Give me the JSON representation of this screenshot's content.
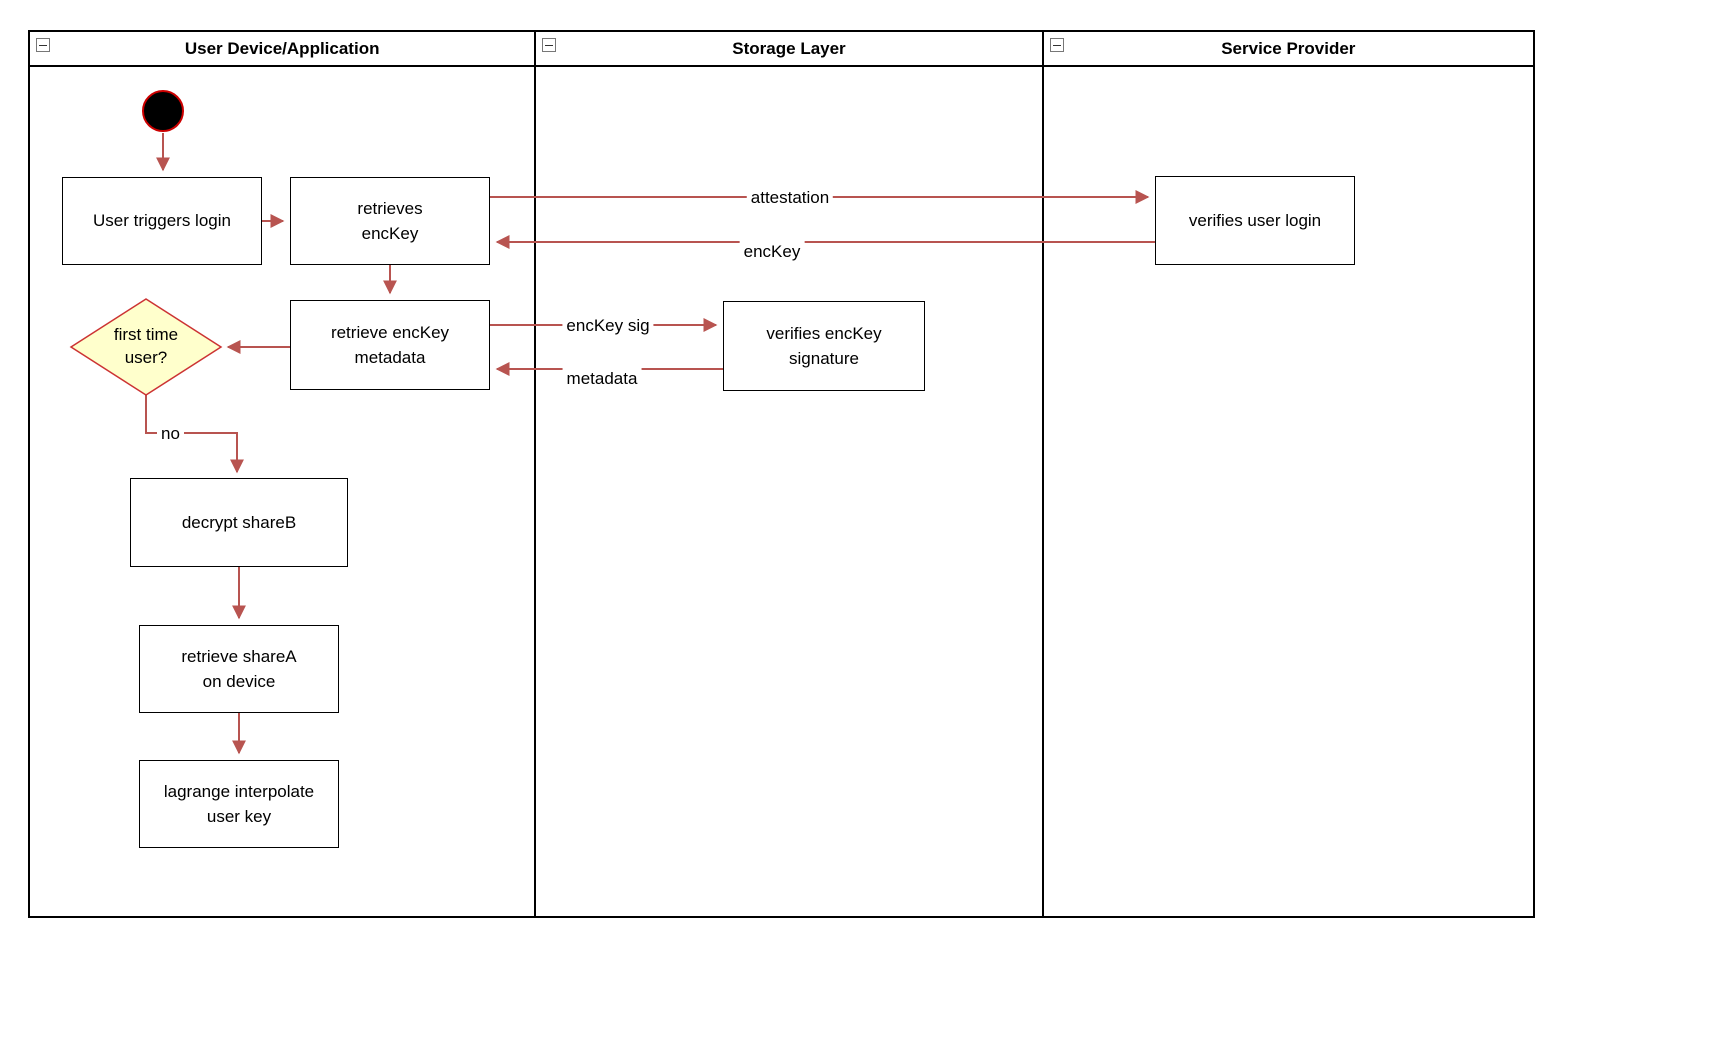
{
  "lanes": [
    {
      "title": "User Device/Application"
    },
    {
      "title": "Storage Layer"
    },
    {
      "title": "Service Provider"
    }
  ],
  "nodes": {
    "user_triggers_login": "User triggers login",
    "retrieves_enckey": "retrieves\nencKey",
    "retrieve_enckey_metadata": "retrieve encKey\nmetadata",
    "first_time_user": "first time\nuser?",
    "decrypt_shareb": "decrypt shareB",
    "retrieve_sharea": "retrieve shareA\non device",
    "lagrange_interpolate": "lagrange interpolate\nuser key",
    "verifies_enckey_signature": "verifies encKey\nsignature",
    "verifies_user_login": "verifies user login"
  },
  "edge_labels": {
    "attestation": "attestation",
    "enckey": "encKey",
    "enckey_sig": "encKey sig",
    "metadata": "metadata",
    "no": "no"
  },
  "colors": {
    "arrow": "#b85450",
    "diamond_fill": "#ffffcc",
    "diamond_stroke": "#cc3333",
    "start_fill": "#000000",
    "start_stroke": "#cc0000",
    "box_border": "#000000",
    "lane_border": "#000000"
  }
}
